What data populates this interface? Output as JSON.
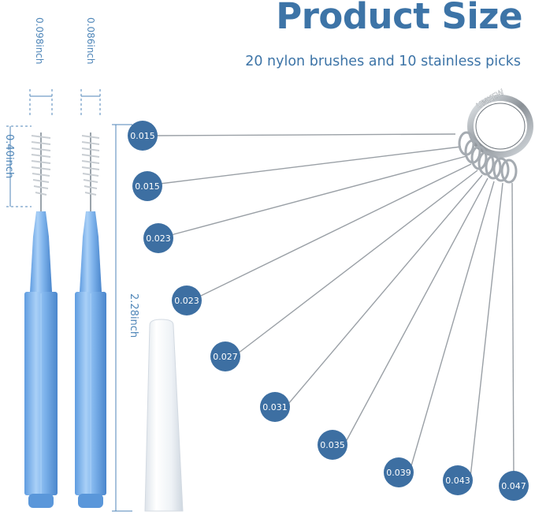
{
  "header": {
    "title": "Product Size",
    "subtitle": "20 nylon brushes and 10 stainless picks"
  },
  "dimensions": {
    "tip_width_1": "0.098inch",
    "tip_width_2": "0.086inch",
    "brush_length": "0.40inch",
    "total_length": "2.28inch"
  },
  "ring_brand": "UMKEW",
  "picks": [
    {
      "size": "0.015"
    },
    {
      "size": "0.015"
    },
    {
      "size": "0.023"
    },
    {
      "size": "0.023"
    },
    {
      "size": "0.027"
    },
    {
      "size": "0.031"
    },
    {
      "size": "0.035"
    },
    {
      "size": "0.039"
    },
    {
      "size": "0.043"
    },
    {
      "size": "0.047"
    }
  ],
  "colors": {
    "title": "#3d74a7",
    "dimension_text": "#4f86b8",
    "dot_fill": "#3d6fa2",
    "brush_handle": "#7fb4ec"
  }
}
